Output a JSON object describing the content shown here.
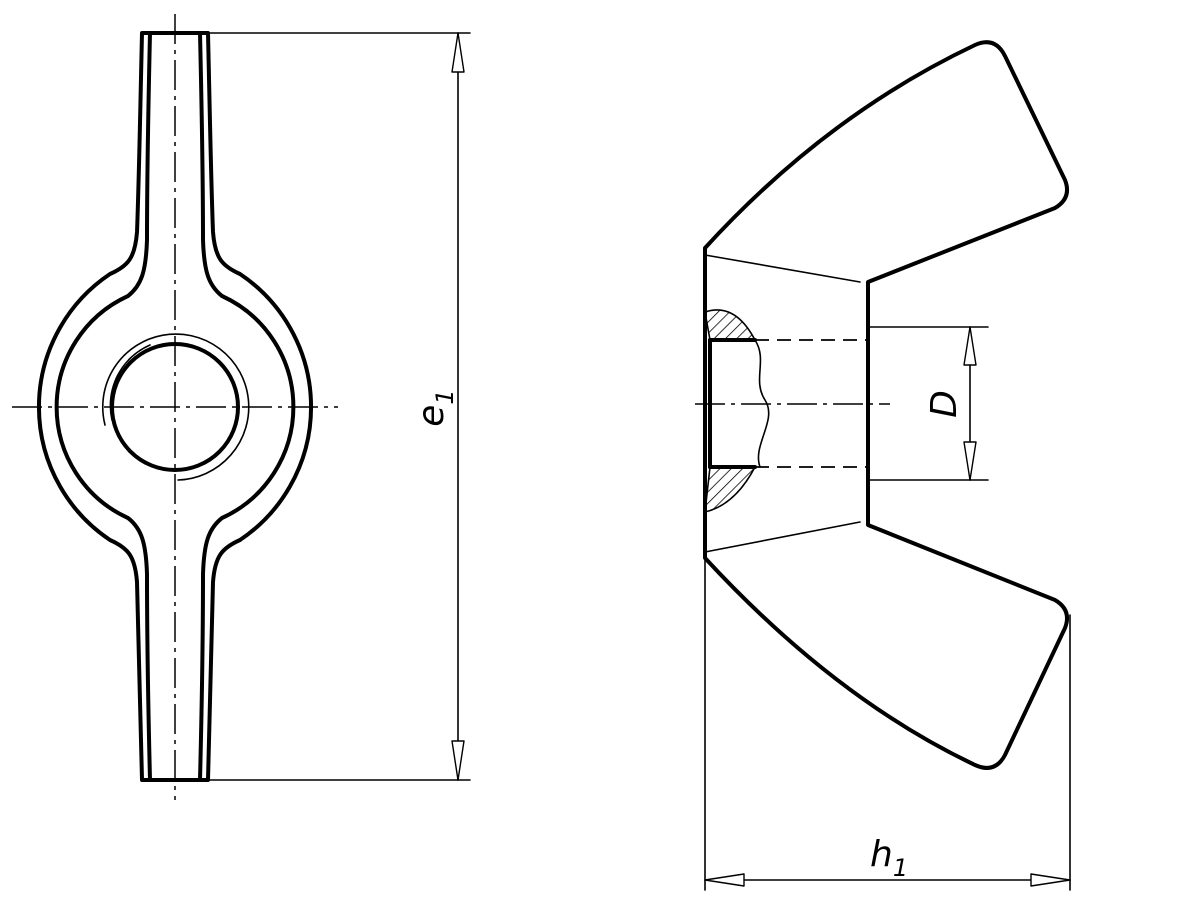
{
  "drawing": {
    "views": [
      "front-view",
      "side-section-view"
    ],
    "dimensions": {
      "e1": {
        "symbol": "e",
        "subscript": "1"
      },
      "h1": {
        "symbol": "h",
        "subscript": "1"
      },
      "D": {
        "symbol": "D"
      }
    }
  }
}
